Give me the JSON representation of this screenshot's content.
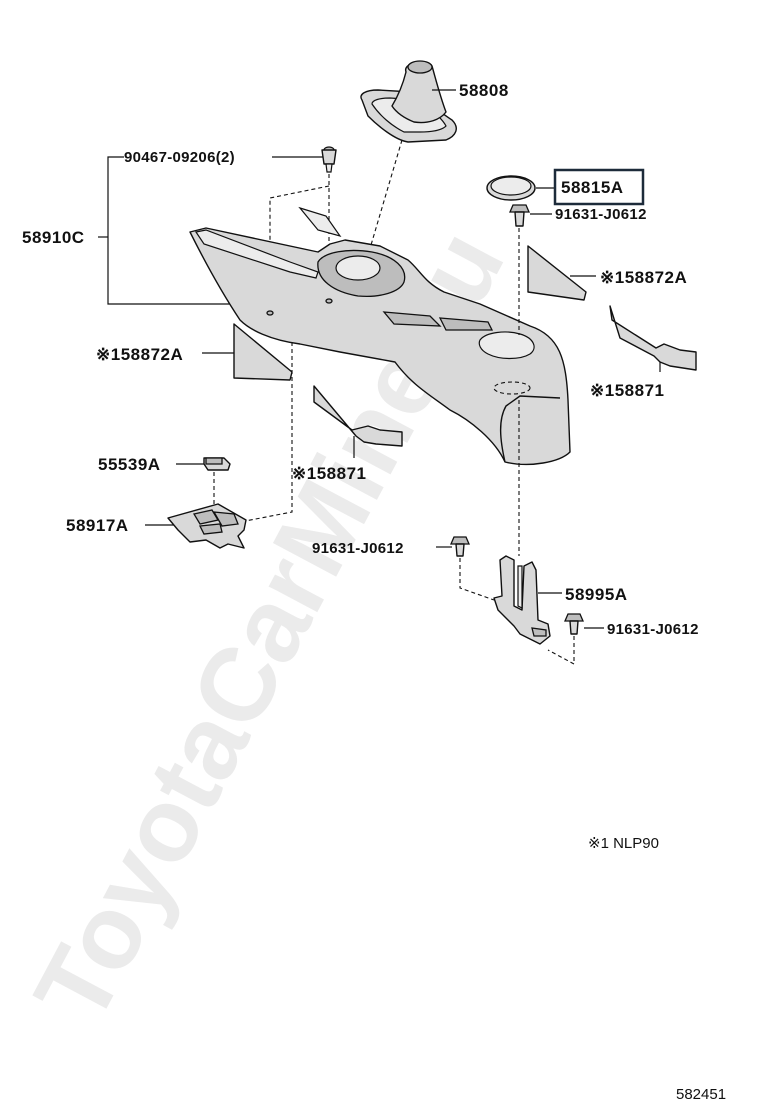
{
  "watermark": "ToyotaCarMine.ru",
  "parts": {
    "shift_boot": "58808",
    "clip": "90467-09206(2)",
    "console_box": "58910C",
    "cap": "58815A",
    "screw_top": "91631-J0612",
    "pad_right_upper": "※158872A",
    "pad_left": "※158872A",
    "pad_right_lower": "※158871",
    "pad_center": "※158871",
    "bracket_small": "55539A",
    "panel_switch": "58917A",
    "screw_left": "91631-J0612",
    "bracket_stay": "58995A",
    "screw_right": "91631-J0612"
  },
  "footnote": "※1 NLP90",
  "diagram_number": "582451",
  "highlight_color": "#1d2b3a"
}
